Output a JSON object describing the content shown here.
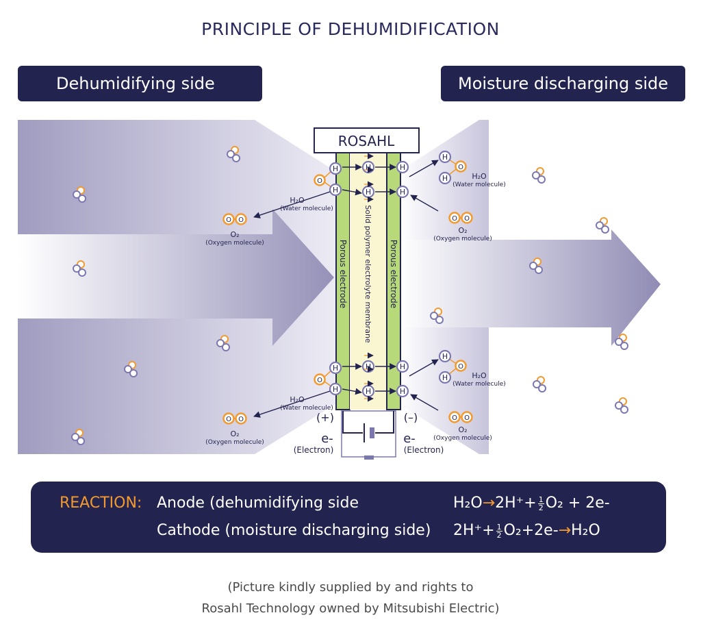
{
  "title": "PRINCIPLE OF DEHUMIDIFICATION",
  "left_header": "Dehumidifying side",
  "right_header": "Moisture discharging side",
  "brand": "ROSAHL",
  "membrane_label": "Solid polymer electrolyte membrane",
  "electrode_label": "Porous electrode",
  "atom_h": "H",
  "atom_o": "O",
  "water_formula": "H₂O",
  "water_caption": "(Water molecule)",
  "oxygen_formula": "O₂",
  "oxygen_caption": "(Oxygen molecule)",
  "plus_sign": "(+)",
  "minus_sign": "(–)",
  "electron_symbol": "e-",
  "electron_caption": "(Electron)",
  "reaction": {
    "label": "REACTION:",
    "anode": "Anode (dehumidifying side",
    "cathode": "Cathode (moisture discharging side)",
    "eq1_left": "H₂O",
    "eq1_right_a": "2H⁺+",
    "eq1_right_b": "O₂ + 2e-",
    "eq2_left_a": "2H⁺+",
    "eq2_left_b": "O₂+2e-",
    "eq2_right": "H₂O",
    "frac_num": "1",
    "frac_den": "2",
    "arrow": "→"
  },
  "credit_line1": "(Picture kindly supplied by and rights to",
  "credit_line2": "Rosahl Technology owned by Mitsubishi Electric)",
  "colors": {
    "navy": "#23234f",
    "orange": "#f29a2e",
    "electrode_green": "#b7d97a",
    "membrane_yellow": "#fbf6d2",
    "atom_purple": "#7b78b0"
  }
}
